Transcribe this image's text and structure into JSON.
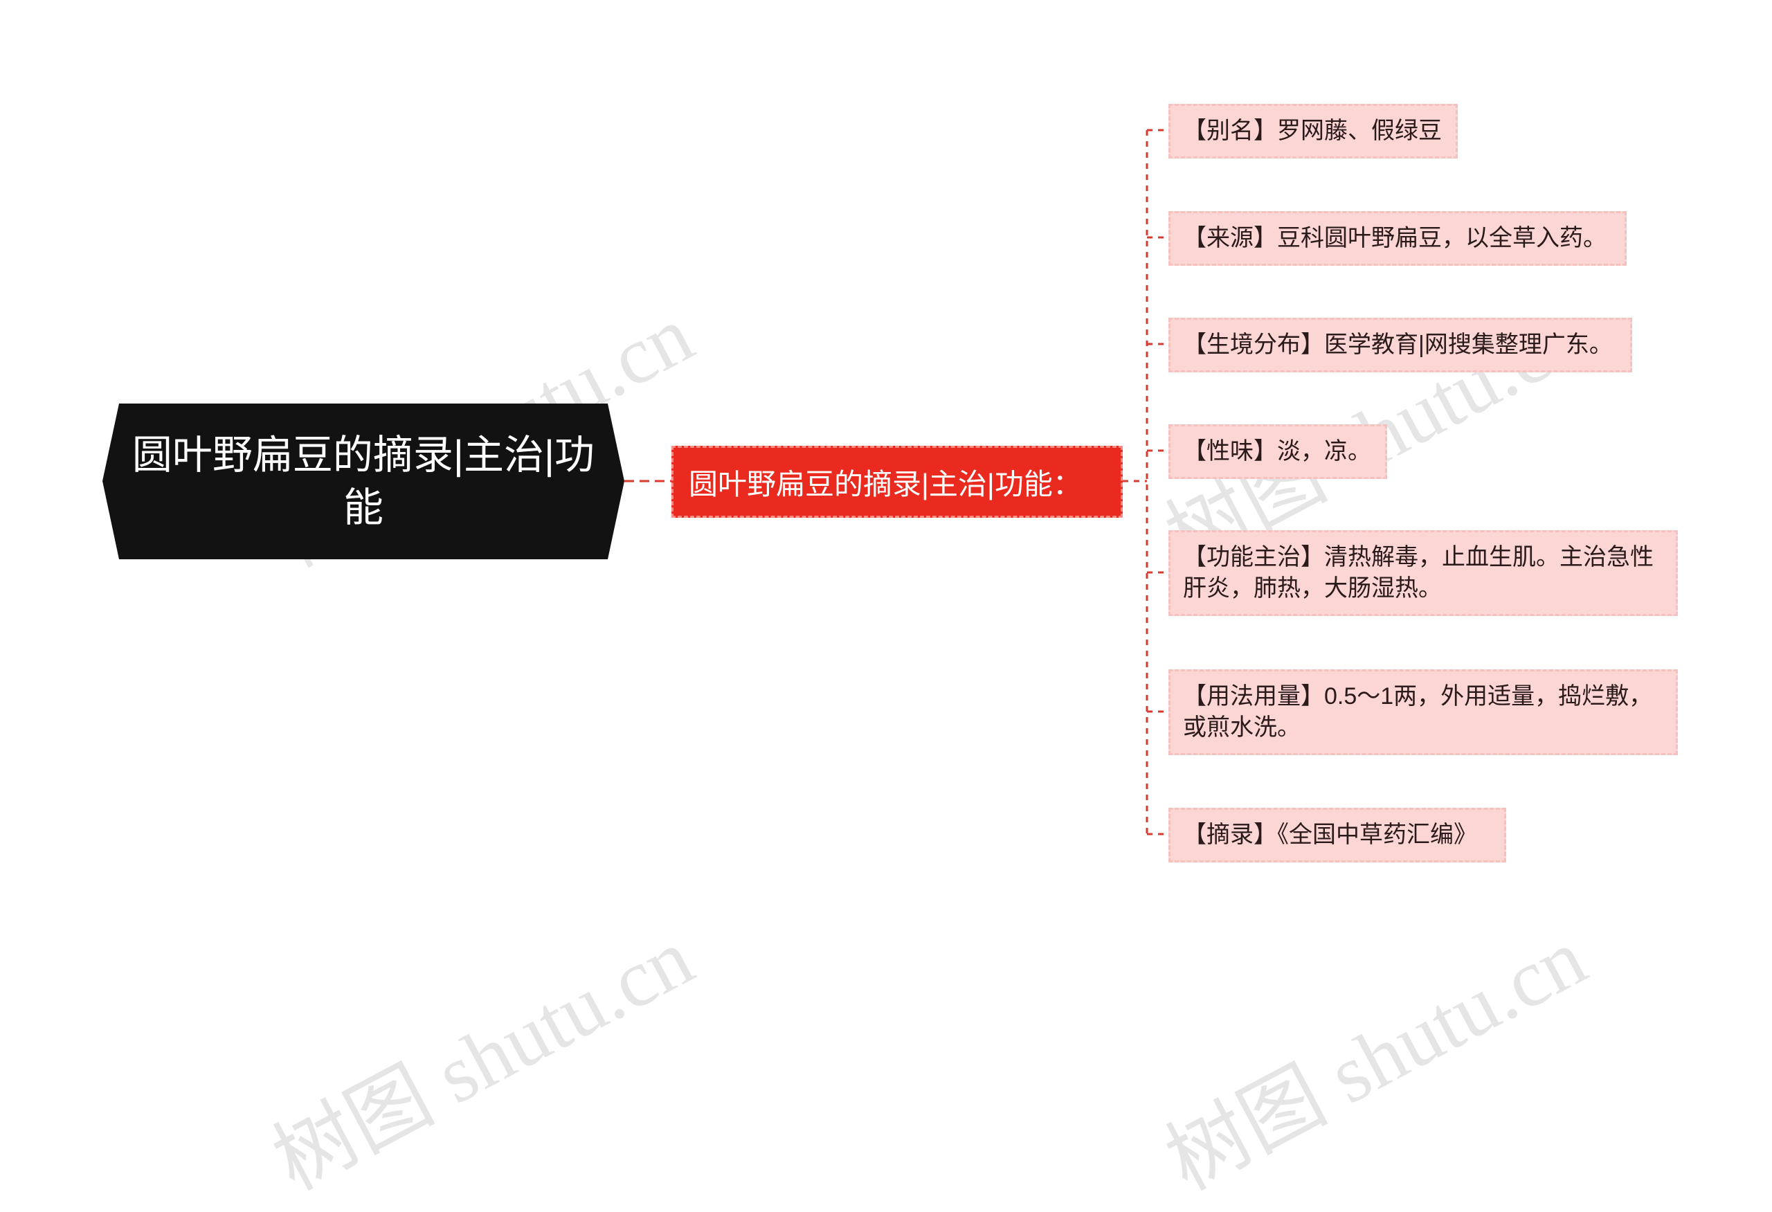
{
  "watermark": {
    "text": "树图 shutu.cn"
  },
  "root": {
    "label": "圆叶野扁豆的摘录|主治|功能"
  },
  "branch": {
    "label": "圆叶野扁豆的摘录|主治|功能："
  },
  "leaves": [
    {
      "label": "【别名】罗网藤、假绿豆"
    },
    {
      "label": "【来源】豆科圆叶野扁豆，以全草入药。"
    },
    {
      "label": "【生境分布】医学教育|网搜集整理广东。"
    },
    {
      "label": "【性味】淡，凉。"
    },
    {
      "label": "【功能主治】清热解毒，止血生肌。主治急性肝炎，肺热，大肠湿热。"
    },
    {
      "label": "【用法用量】0.5～1两，外用适量，捣烂敷，或煎水洗。"
    },
    {
      "label": "【摘录】《全国中草药汇编》"
    }
  ],
  "colors": {
    "root_bg": "#121212",
    "branch_bg": "#ea2a1f",
    "leaf_bg": "#fcd6d4",
    "connector": "#d9392f"
  }
}
